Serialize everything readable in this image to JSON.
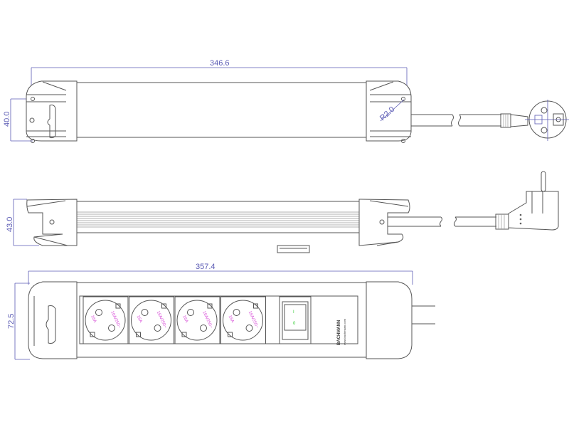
{
  "drawing": {
    "colors": {
      "outline": "#555555",
      "dimension": "#5a5ab4",
      "socket_label": "#d84fd8",
      "switch_label": "#33cc33"
    },
    "top_view": {
      "length_dim": "346.6",
      "mount_dim": "40.0",
      "radius_dim": "R2.0"
    },
    "side_view": {
      "height_dim": "43.0"
    },
    "front_view": {
      "length_dim": "357.4",
      "width_dim": "72.5",
      "sockets": [
        {
          "rating": "16A",
          "voltage": "16A/250~"
        },
        {
          "rating": "16A",
          "voltage": "16A/250~"
        },
        {
          "rating": "16A",
          "voltage": "16A/250~"
        },
        {
          "rating": "16A",
          "voltage": "16A/250~"
        }
      ],
      "switch": {
        "on_mark": "I",
        "off_mark": "0"
      },
      "brand": {
        "logo": "BACHMANN",
        "website": "www.bachmann.com"
      }
    }
  }
}
